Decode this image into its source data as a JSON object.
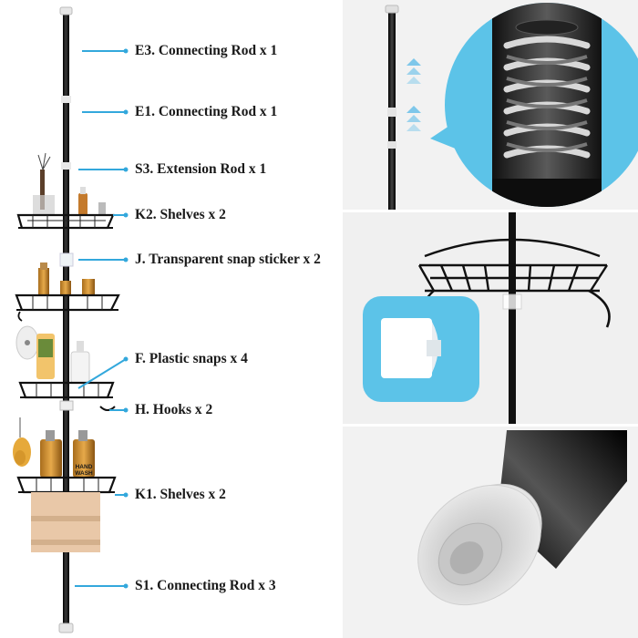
{
  "labels": {
    "e3": "E3. Connecting Rod x 1",
    "e1": "E1. Connecting Rod x 1",
    "s3": "S3. Extension Rod x 1",
    "k2": "K2. Shelves x 2",
    "j": "J. Transparent snap sticker x 2",
    "f": "F. Plastic snaps x 4",
    "h": "H. Hooks x 2",
    "k1": "K1. Shelves x 2",
    "s1": "S1. Connecting Rod x 3"
  },
  "products": {
    "bottle_brand": "HAND",
    "bottle_subtext": "WASH"
  },
  "colors": {
    "pointer_line": "#33a8dc",
    "zoom_circle": "#5cc3e8",
    "arrow_up": "#7ec7ea",
    "pole": "#111111",
    "panel_bg": "#f2f2f2",
    "label_text": "#1a1a1a"
  }
}
